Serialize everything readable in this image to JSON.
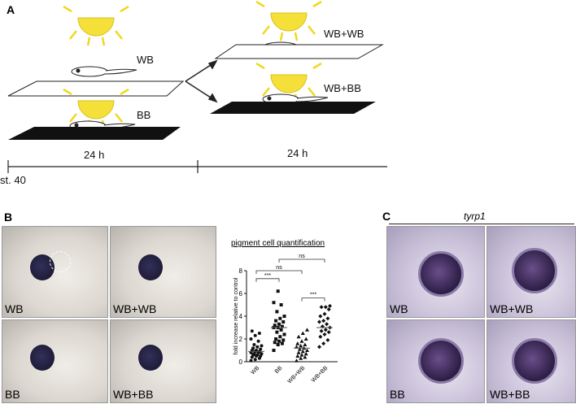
{
  "panel_a": {
    "label": "A",
    "start_conditions": [
      {
        "label": "WB"
      },
      {
        "label": "BB"
      }
    ],
    "end_conditions": [
      {
        "label": "WB+WB"
      },
      {
        "label": "WB+BB"
      }
    ],
    "timeline": {
      "start_label": "st. 40",
      "period1": "24 h",
      "period2": "24 h"
    }
  },
  "panel_b": {
    "label": "B",
    "photos": [
      {
        "caption": "WB"
      },
      {
        "caption": "WB+WB"
      },
      {
        "caption": "BB"
      },
      {
        "caption": "WB+BB"
      }
    ]
  },
  "panel_c": {
    "label": "C",
    "gene": "tyrp1",
    "photos": [
      {
        "caption": "WB"
      },
      {
        "caption": "WB+WB"
      },
      {
        "caption": "BB"
      },
      {
        "caption": "WB+BB"
      }
    ]
  },
  "chart_data": {
    "type": "scatter",
    "title": "pigment cell quantification",
    "ylabel": "fold increase relative to control",
    "ylim": [
      0,
      8
    ],
    "yticks": [
      0,
      2,
      4,
      6,
      8
    ],
    "categories": [
      "WB",
      "BB",
      "WB+WB",
      "WB+BB"
    ],
    "series": [
      {
        "name": "WB",
        "marker": "circle",
        "mean": 0.9,
        "values": [
          0.1,
          0.2,
          0.3,
          0.4,
          0.5,
          0.5,
          0.6,
          0.6,
          0.7,
          0.7,
          0.8,
          0.8,
          0.9,
          0.9,
          1.0,
          1.0,
          1.1,
          1.2,
          1.3,
          1.4,
          1.5,
          1.8,
          2.0,
          2.3,
          2.5,
          2.7
        ]
      },
      {
        "name": "BB",
        "marker": "square",
        "mean": 3.0,
        "values": [
          1.0,
          1.5,
          1.6,
          1.7,
          1.8,
          1.9,
          2.0,
          2.2,
          2.4,
          2.6,
          2.8,
          3.0,
          3.0,
          3.1,
          3.2,
          3.3,
          3.5,
          3.6,
          3.8,
          4.0,
          4.4,
          5.0,
          5.2,
          6.2
        ]
      },
      {
        "name": "WB+WB",
        "marker": "triangle",
        "mean": 1.2,
        "values": [
          0.1,
          0.3,
          0.4,
          0.5,
          0.6,
          0.7,
          0.8,
          0.9,
          1.0,
          1.1,
          1.2,
          1.3,
          1.4,
          1.5,
          1.6,
          1.8,
          2.0,
          2.2,
          2.5,
          2.8
        ]
      },
      {
        "name": "WB+BB",
        "marker": "diamond",
        "mean": 3.0,
        "values": [
          1.3,
          1.6,
          1.9,
          2.2,
          2.4,
          2.6,
          2.7,
          2.8,
          3.0,
          3.1,
          3.3,
          3.5,
          3.6,
          3.8,
          4.0,
          4.2,
          4.6,
          4.8,
          4.8,
          4.9
        ]
      }
    ],
    "comparisons": [
      {
        "from": "WB",
        "to": "BB",
        "label": "***"
      },
      {
        "from": "WB",
        "to": "WB+WB",
        "label": "ns"
      },
      {
        "from": "BB",
        "to": "WB+BB",
        "label": "ns"
      },
      {
        "from": "WB+WB",
        "to": "WB+BB",
        "label": "***"
      }
    ]
  }
}
